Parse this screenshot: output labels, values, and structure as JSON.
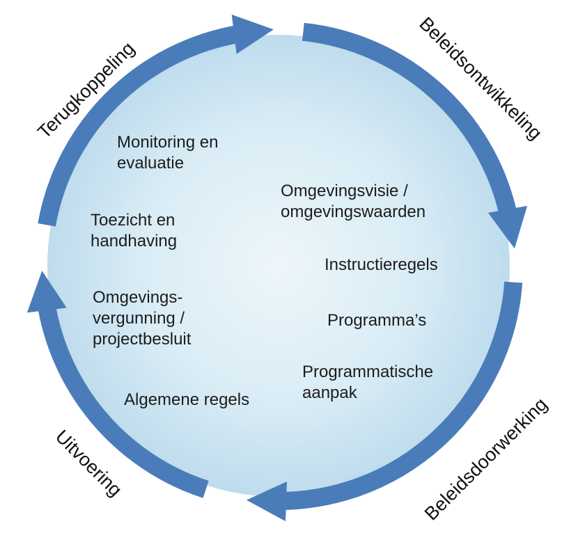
{
  "diagram": {
    "outer_labels": {
      "terugkoppeling": "Terugkoppeling",
      "beleidsontwikkeling": "Beleidsontwikkeling",
      "beleidsdoorwerking": "Beleidsdoorwerking",
      "uitvoering": "Uitvoering"
    },
    "inner_labels": {
      "monitoring": "Monitoring en\nevaluatie",
      "toezicht": "Toezicht en\nhandhaving",
      "vergunning": "Omgevings-\nvergunning /\nprojectbesluit",
      "algemene_regels": "Algemene regels",
      "omgevingsvisie": "Omgevingsvisie /\nomgevingswaarden",
      "instructieregels": "Instructieregels",
      "programmas": "Programma’s",
      "programmatische_aanpak": "Programmatische\naanpak"
    },
    "colors": {
      "arrow": "#4a7cba",
      "circle_center": "#edf6fa",
      "circle_mid": "#d9ecf5",
      "circle_edge": "#bedcee",
      "text": "#1c1c1c"
    }
  }
}
